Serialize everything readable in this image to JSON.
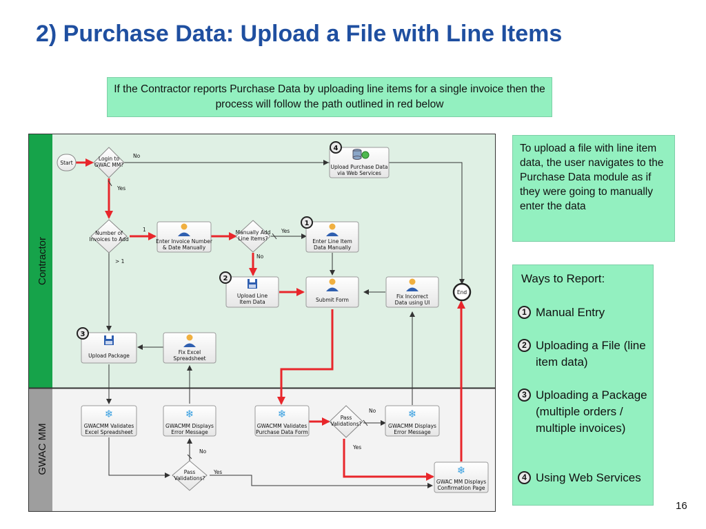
{
  "slide": {
    "title": "2) Purchase Data: Upload a File with Line Items",
    "intro": "If the Contractor reports Purchase Data by uploading line items for a single invoice then the process will follow the path outlined in red below",
    "side_note": "To upload a file with line item data, the user navigates to the Purchase Data module as if they were going to manually enter the data",
    "page_number": "16"
  },
  "ways": {
    "title": "Ways to Report:",
    "items": [
      {
        "num": "1",
        "label": "Manual Entry"
      },
      {
        "num": "2",
        "label": "Uploading a File (line item data)"
      },
      {
        "num": "3",
        "label": "Uploading a Package (multiple orders / multiple invoices)"
      },
      {
        "num": "4",
        "label": "Using Web Services"
      }
    ]
  },
  "diagram": {
    "lanes": {
      "contractor": "Contractor",
      "gwac": "GWAC MM"
    },
    "nodes": {
      "start": "Start",
      "end": "End",
      "login_1": "Login to",
      "login_2": "GWAC MM?",
      "number_1": "Number of",
      "number_2": "Invoices to Add",
      "manually_1": "Manually Add",
      "manually_2": "Line Items?",
      "pass1_1": "Pass",
      "pass1_2": "Validations?",
      "pass2_1": "Pass",
      "pass2_2": "Validations?",
      "upload_ws_1": "Upload Purchase Data",
      "upload_ws_2": "via Web Services",
      "enter_inv_1": "Enter Invoice Number",
      "enter_inv_2": "& Date Manually",
      "enter_line_1": "Enter Line Item",
      "enter_line_2": "Data Manually",
      "upload_line_1": "Upload Line",
      "upload_line_2": "Item Data",
      "submit": "Submit Form",
      "fix_incorrect_1": "Fix Incorrect",
      "fix_incorrect_2": "Data using UI",
      "upload_pkg": "Upload Package",
      "fix_excel_1": "Fix Excel",
      "fix_excel_2": "Spreadsheet",
      "val_excel_1": "GWACMM Validates",
      "val_excel_2": "Excel Spreadsheet",
      "err1_1": "GWACMM Displays",
      "err1_2": "Error Message",
      "val_form_1": "GWACMM Validates",
      "val_form_2": "Purchase Data Form",
      "err2_1": "GWACMM Displays",
      "err2_2": "Error Message",
      "confirm_1": "GWAC MM Displays",
      "confirm_2": "Confirmation Page"
    },
    "edge_labels": {
      "login_no": "No",
      "login_yes": "Yes",
      "one": "1",
      "gt_one": "> 1",
      "manual_yes": "Yes",
      "manual_no": "No",
      "pass_form_no": "No",
      "pass_form_yes": "Yes",
      "pass_excel_no": "No",
      "pass_excel_yes": "Yes"
    },
    "badges": {
      "b1": "1",
      "b2": "2",
      "b3": "3",
      "b4": "4"
    },
    "colors": {
      "highlight": "#e8262b",
      "lane_contractor": "#16a34a",
      "lane_gwac": "#9e9e9e"
    }
  }
}
